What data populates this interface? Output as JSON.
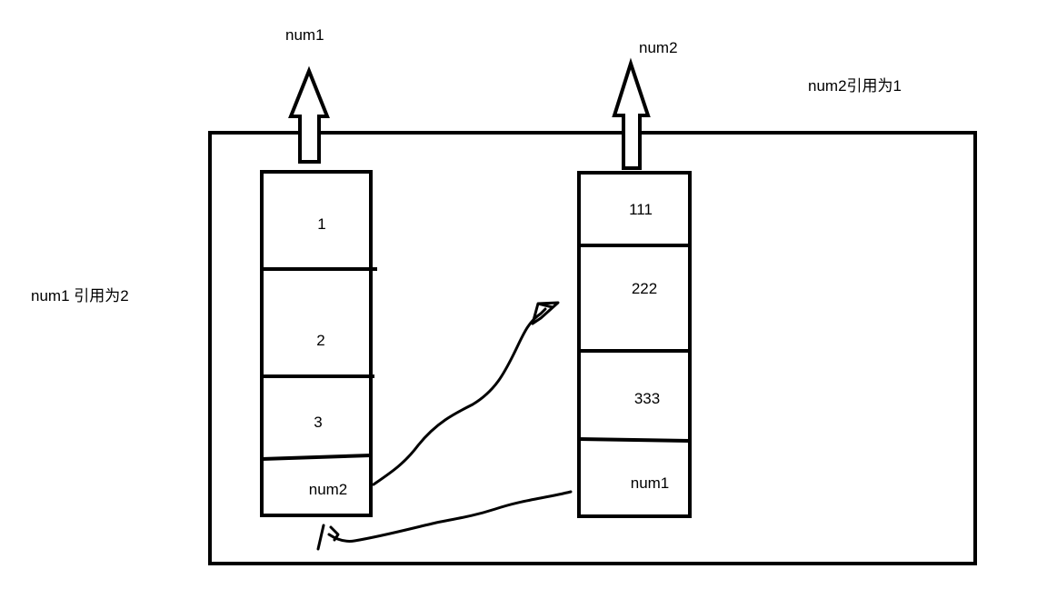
{
  "labels": {
    "num1_top": "num1",
    "num2_top": "num2",
    "num2_refcount": "num2引用为1",
    "num1_refcount": "num1 引用为2"
  },
  "list_num1": {
    "cells": [
      "1",
      "2",
      "3",
      "num2"
    ]
  },
  "list_num2": {
    "cells": [
      "111",
      "222",
      "333",
      "num1"
    ]
  }
}
